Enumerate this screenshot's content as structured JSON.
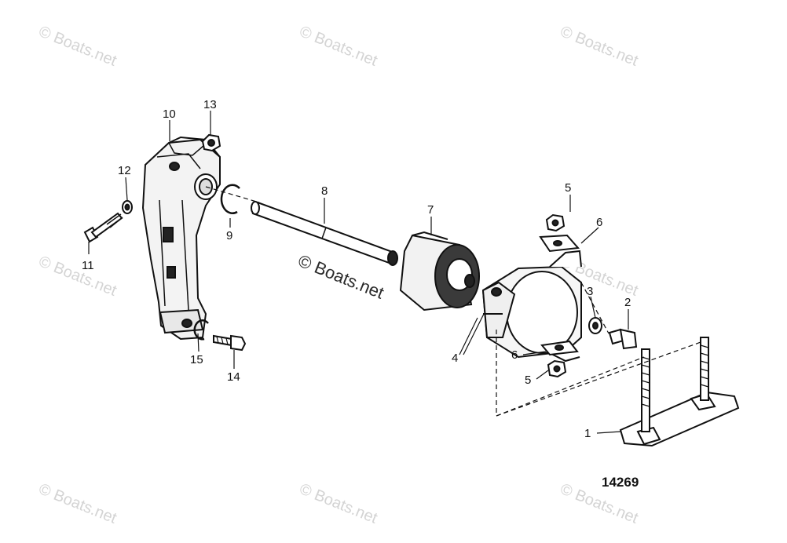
{
  "watermark": "© Boats.net",
  "figure_number": "14269",
  "callouts": {
    "c1": "1",
    "c2": "2",
    "c3": "3",
    "c4": "4",
    "c5a": "5",
    "c5b": "5",
    "c6a": "6",
    "c6b": "6",
    "c7": "7",
    "c8": "8",
    "c9": "9",
    "c10": "10",
    "c11": "11",
    "c12": "12",
    "c13": "13",
    "c14": "14",
    "c15": "15"
  }
}
